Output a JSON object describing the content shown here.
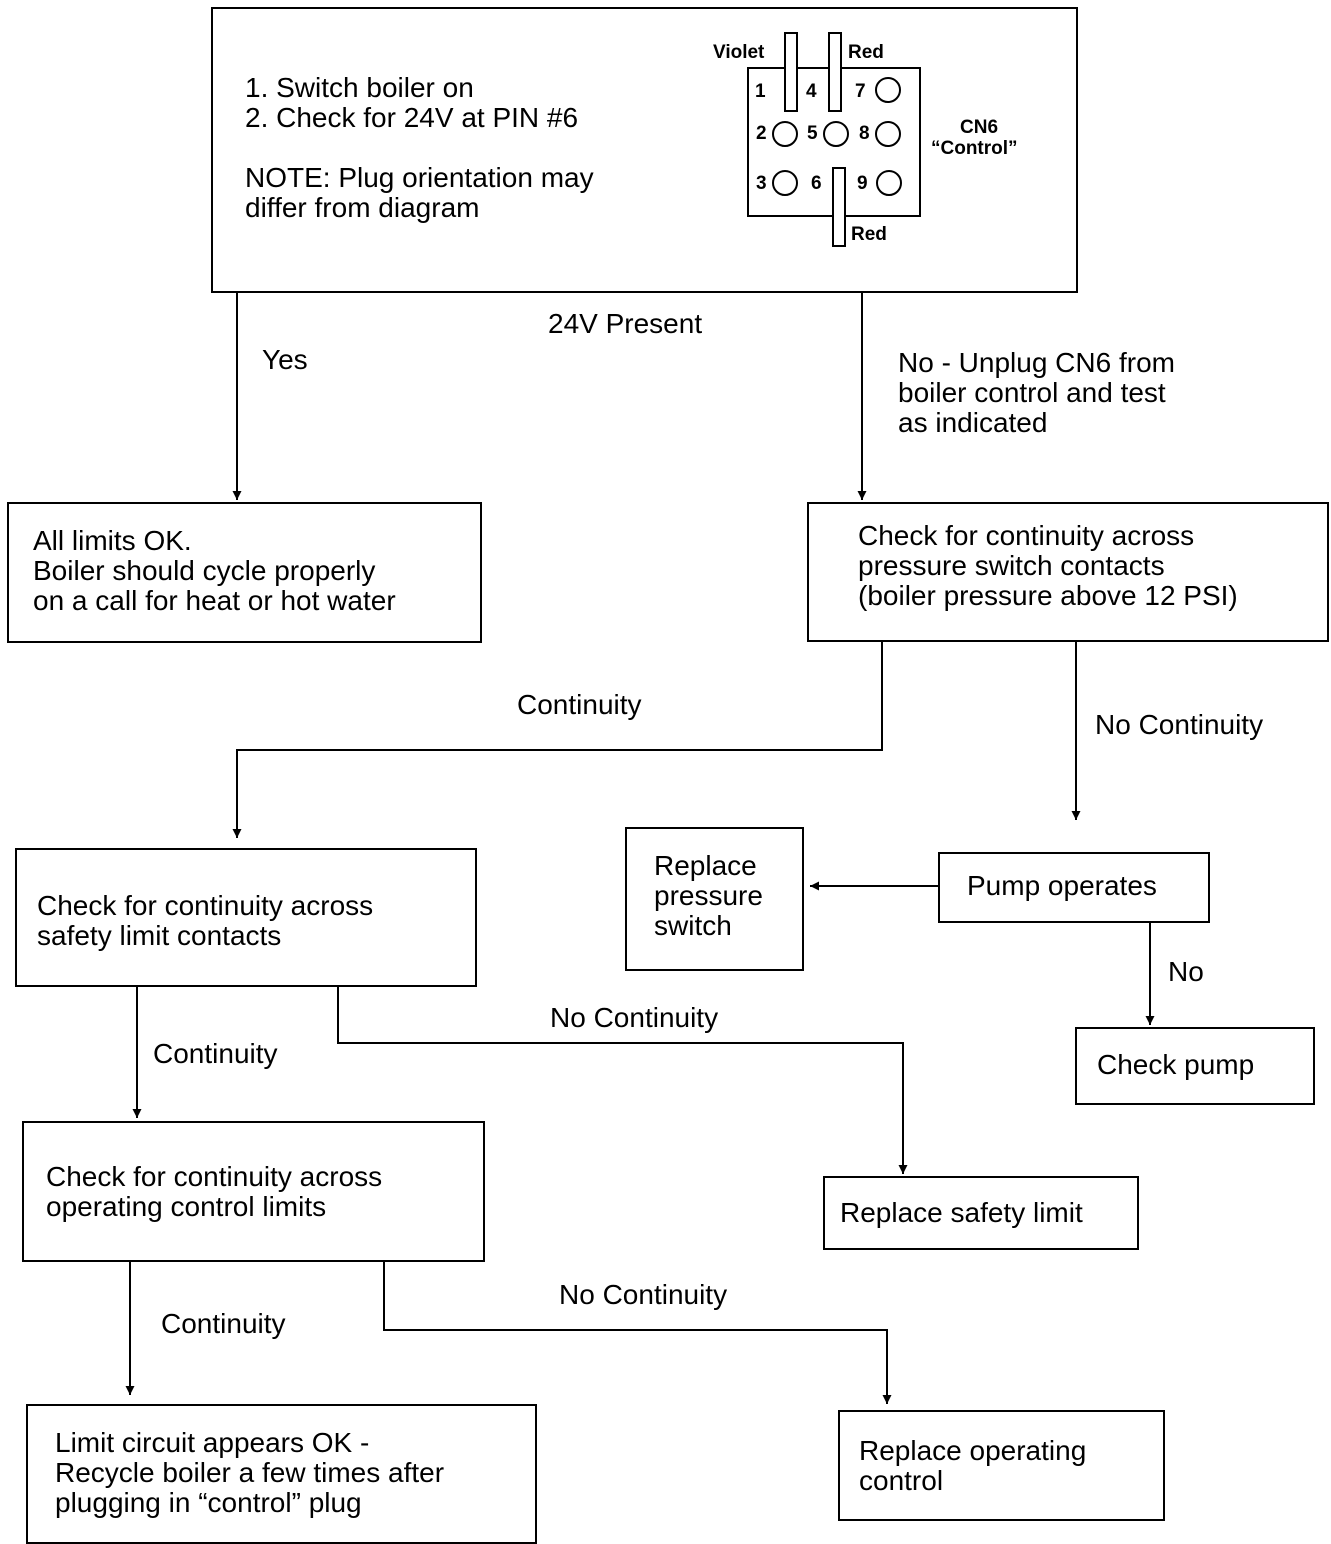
{
  "start_box": {
    "steps": [
      "1.  Switch boiler on",
      "2.  Check for 24V at PIN #6"
    ],
    "note": [
      "NOTE: Plug orientation may",
      "differ from diagram"
    ]
  },
  "connector": {
    "wire_top_left": "Violet",
    "wire_top_right": "Red",
    "wire_bottom": "Red",
    "pins": [
      "1",
      "2",
      "3",
      "4",
      "5",
      "6",
      "7",
      "8",
      "9"
    ],
    "name": "CN6",
    "subtitle": "“Control”"
  },
  "labels": {
    "present": "24V Present",
    "yes": "Yes",
    "no_unplug": [
      "No - Unplug CN6 from",
      "boiler control and test",
      "as indicated"
    ],
    "continuity_1": "Continuity",
    "no_continuity_1": "No Continuity",
    "no_pump": "No",
    "continuity_2": "Continuity",
    "no_continuity_2": "No Continuity",
    "continuity_3": "Continuity",
    "no_continuity_3": "No Continuity"
  },
  "boxes": {
    "limits_ok": [
      "All limits OK.",
      "Boiler should cycle properly",
      "on a call for heat or hot water"
    ],
    "pressure_switch": [
      "Check for continuity across",
      "pressure switch contacts",
      "(boiler pressure above 12 PSI)"
    ],
    "safety_limit": [
      "Check for continuity across",
      "safety limit contacts"
    ],
    "replace_pressure": [
      "Replace",
      "pressure",
      "switch"
    ],
    "pump_operates": "Pump operates",
    "check_pump": "Check pump",
    "operating_control": [
      "Check for continuity across",
      "operating control limits"
    ],
    "replace_safety": "Replace safety limit",
    "circuit_ok": [
      "Limit circuit appears OK -",
      "Recycle boiler a few times after",
      "plugging in “control” plug"
    ],
    "replace_operating": [
      "Replace operating",
      "control"
    ]
  }
}
